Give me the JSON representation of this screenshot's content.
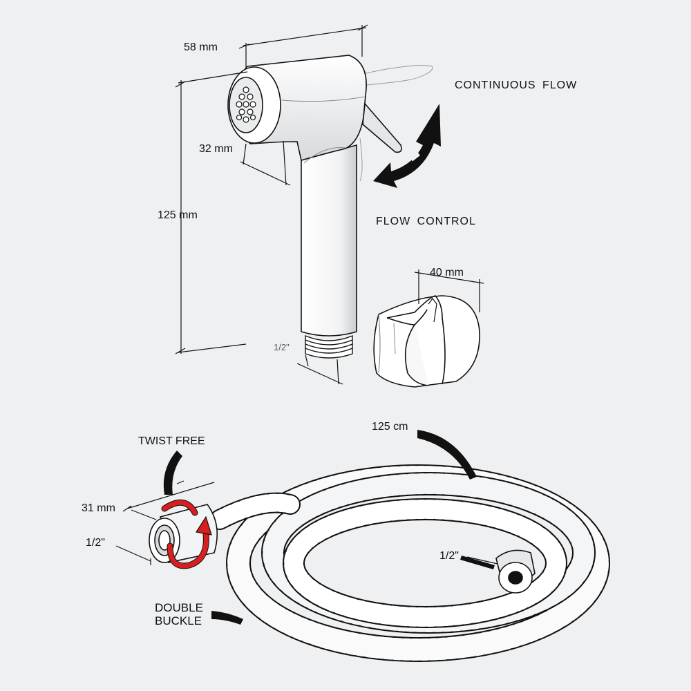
{
  "labels": {
    "width_58": "58 mm",
    "depth_32": "32 mm",
    "height_125": "125 mm",
    "thread_sprayer": "1/2\"",
    "continuous_flow": "CONTINUOUS FLOW",
    "flow_control": "FLOW CONTROL",
    "holder_40": "40 mm",
    "twist_free": "TWIST FREE",
    "nut_31": "31 mm",
    "thread_nut": "1/2\"",
    "hose_length": "125 cm",
    "thread_hose_end": "1/2\"",
    "double_buckle_line1": "DOUBLE",
    "double_buckle_line2": "BUCKLE"
  },
  "colors": {
    "background": "#eef0f2",
    "line": "#111111",
    "twist_arrow": "#d6201f",
    "part_fill": "#ffffff",
    "shade": "#d9dcdf"
  },
  "icons": {
    "flow_arrow": "curved-double-arrow",
    "twist_arrow": "circular-red-arrow"
  }
}
